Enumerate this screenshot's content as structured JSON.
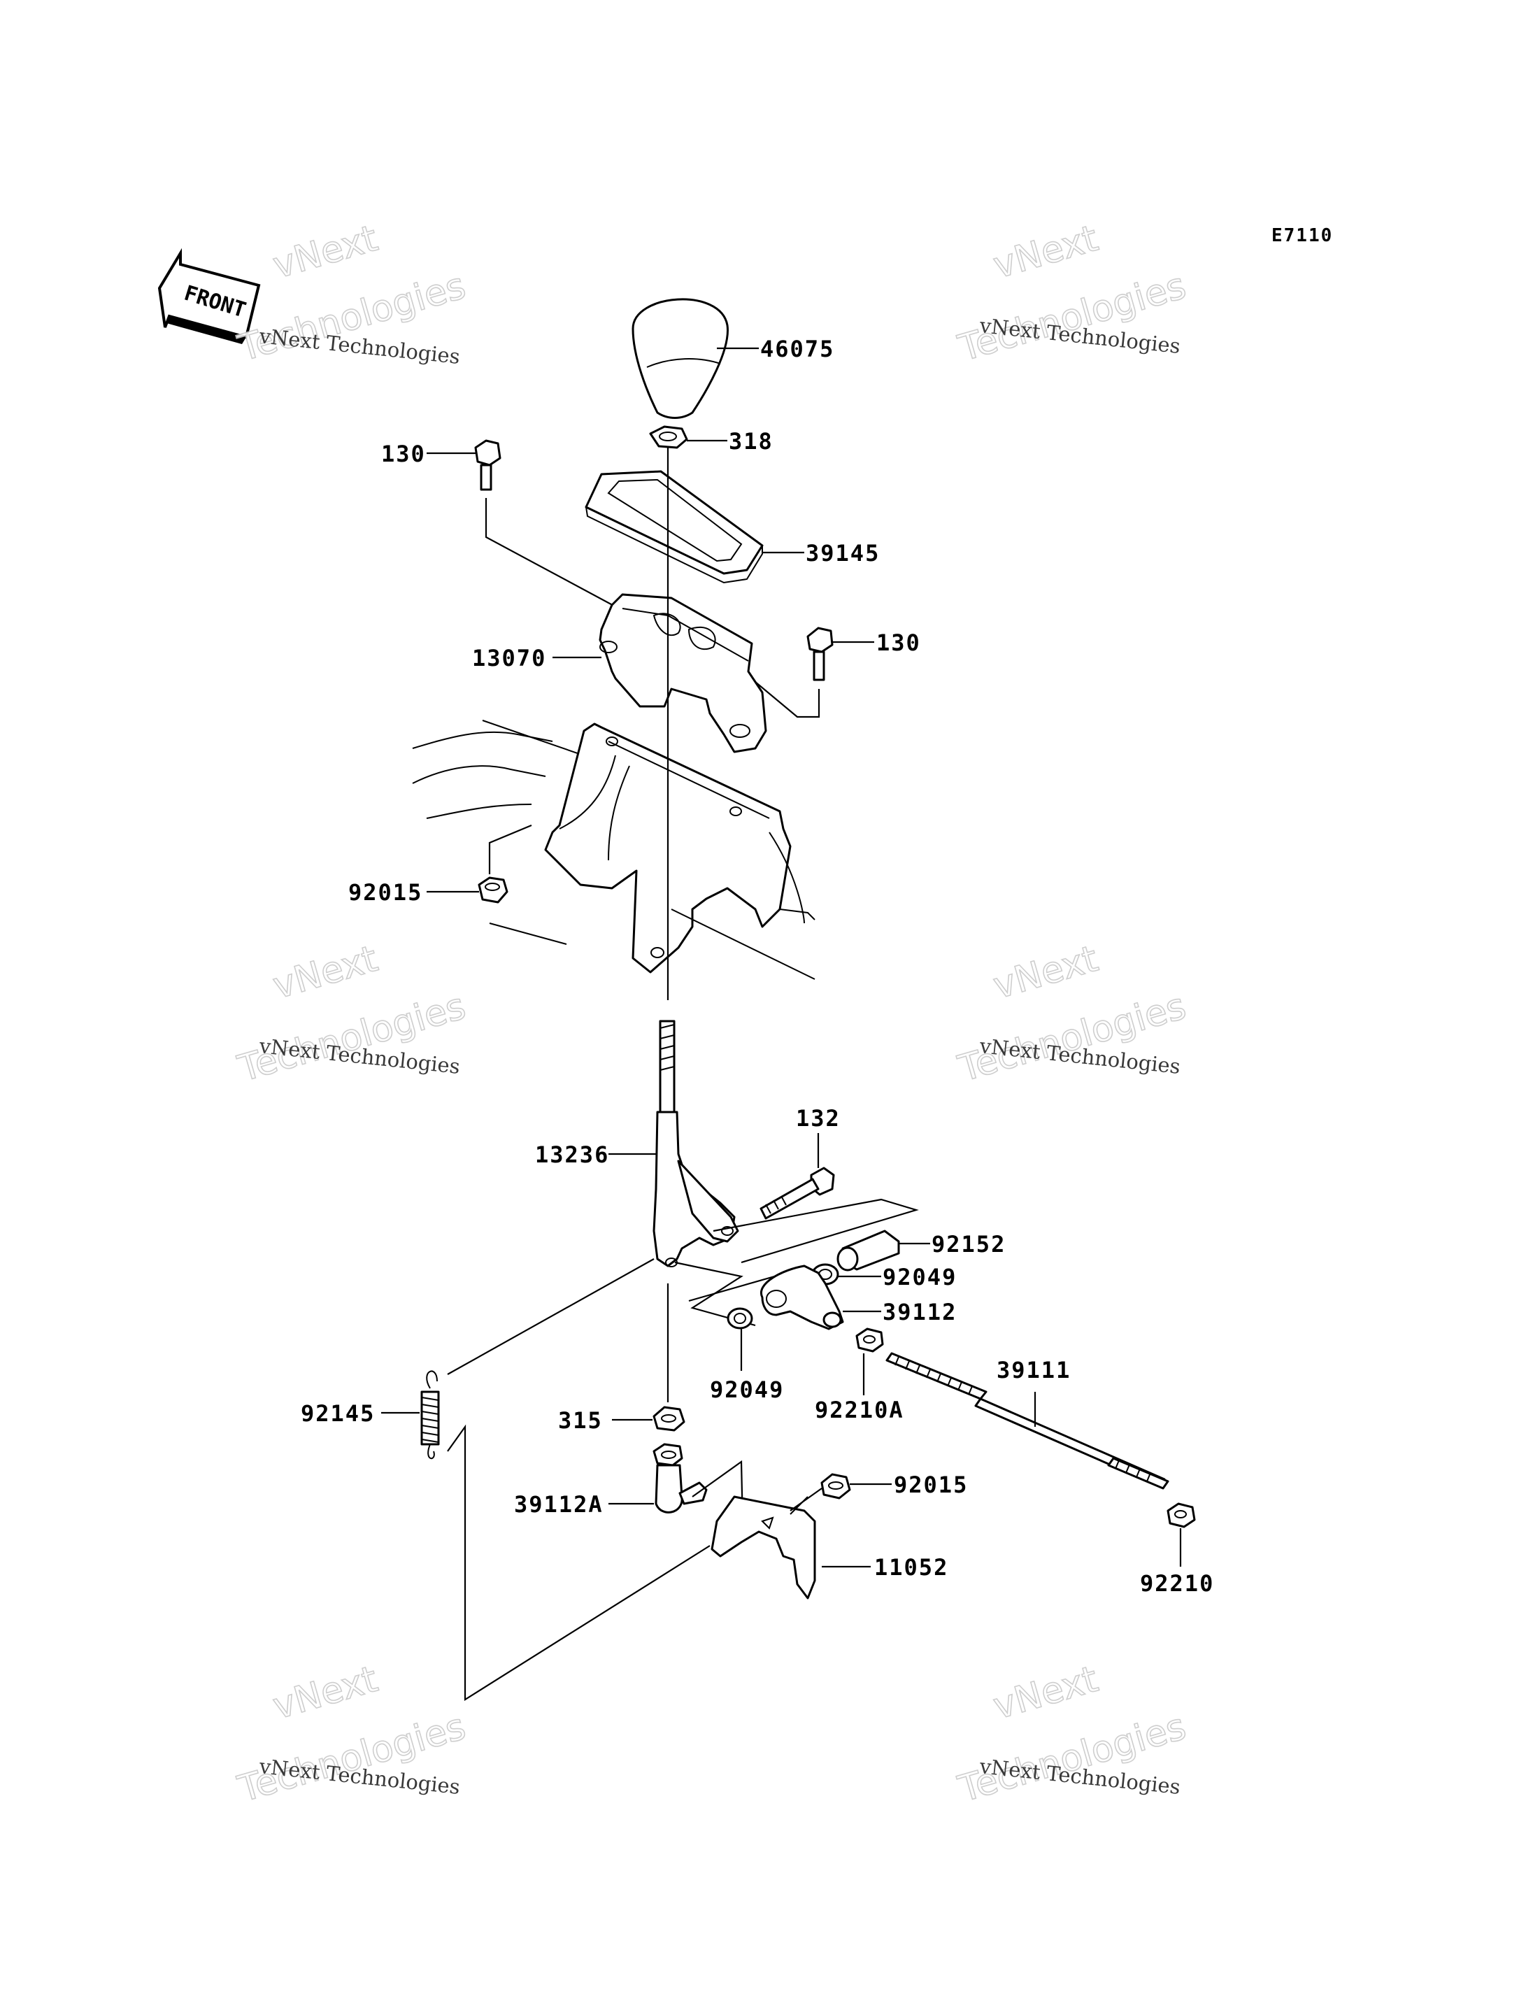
{
  "diagram_code": "E7110",
  "front_label": "FRONT",
  "watermark": {
    "line1": "vNext",
    "line2": "vNext Technologies",
    "line3": "Technologies"
  },
  "parts": {
    "p46075": "46075",
    "p318": "318",
    "p130a": "130",
    "p39145": "39145",
    "p130b": "130",
    "p13070": "13070",
    "p92015a": "92015",
    "p132": "132",
    "p13236": "13236",
    "p92152": "92152",
    "p92049a": "92049",
    "p39112": "39112",
    "p92049b": "92049",
    "p92210A": "92210A",
    "p39111": "39111",
    "p92145": "92145",
    "p315": "315",
    "p92015b": "92015",
    "p39112A": "39112A",
    "p11052": "11052",
    "p92210": "92210"
  }
}
